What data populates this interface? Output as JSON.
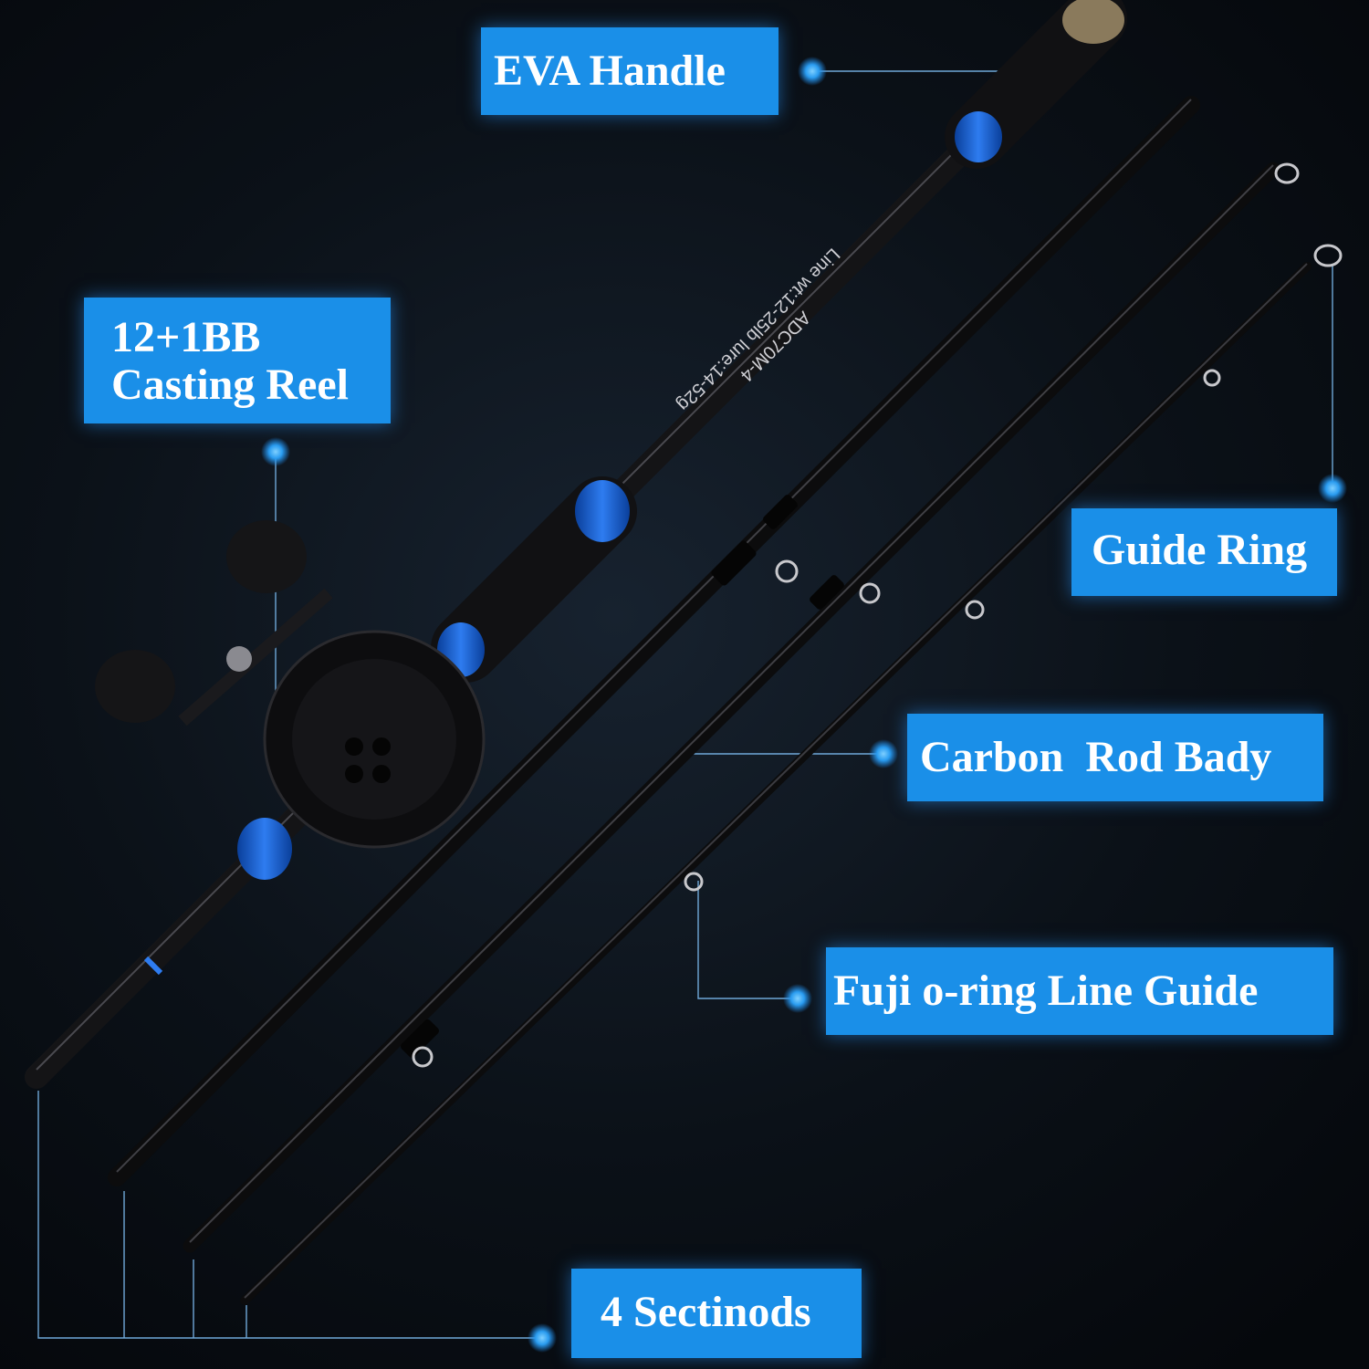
{
  "callouts": {
    "eva_handle": "EVA Handle",
    "casting_reel_line1": "12+1BB",
    "casting_reel_line2": "Casting Reel",
    "guide_ring": "Guide Ring",
    "carbon_rod_body": "Carbon  Rod Bady",
    "fuji_line_guide": "Fuji o-ring Line Guide",
    "sections": "4 Sectinods"
  },
  "rod_print": {
    "model": "ADC70M-4",
    "spec": "Line wt:12-25lb lure:14-52g"
  },
  "colors": {
    "accent_blue": "#1a8fe8",
    "background": "#0b1118",
    "leader_line": "#6fa8d8",
    "rod_black": "#0f0f10"
  }
}
